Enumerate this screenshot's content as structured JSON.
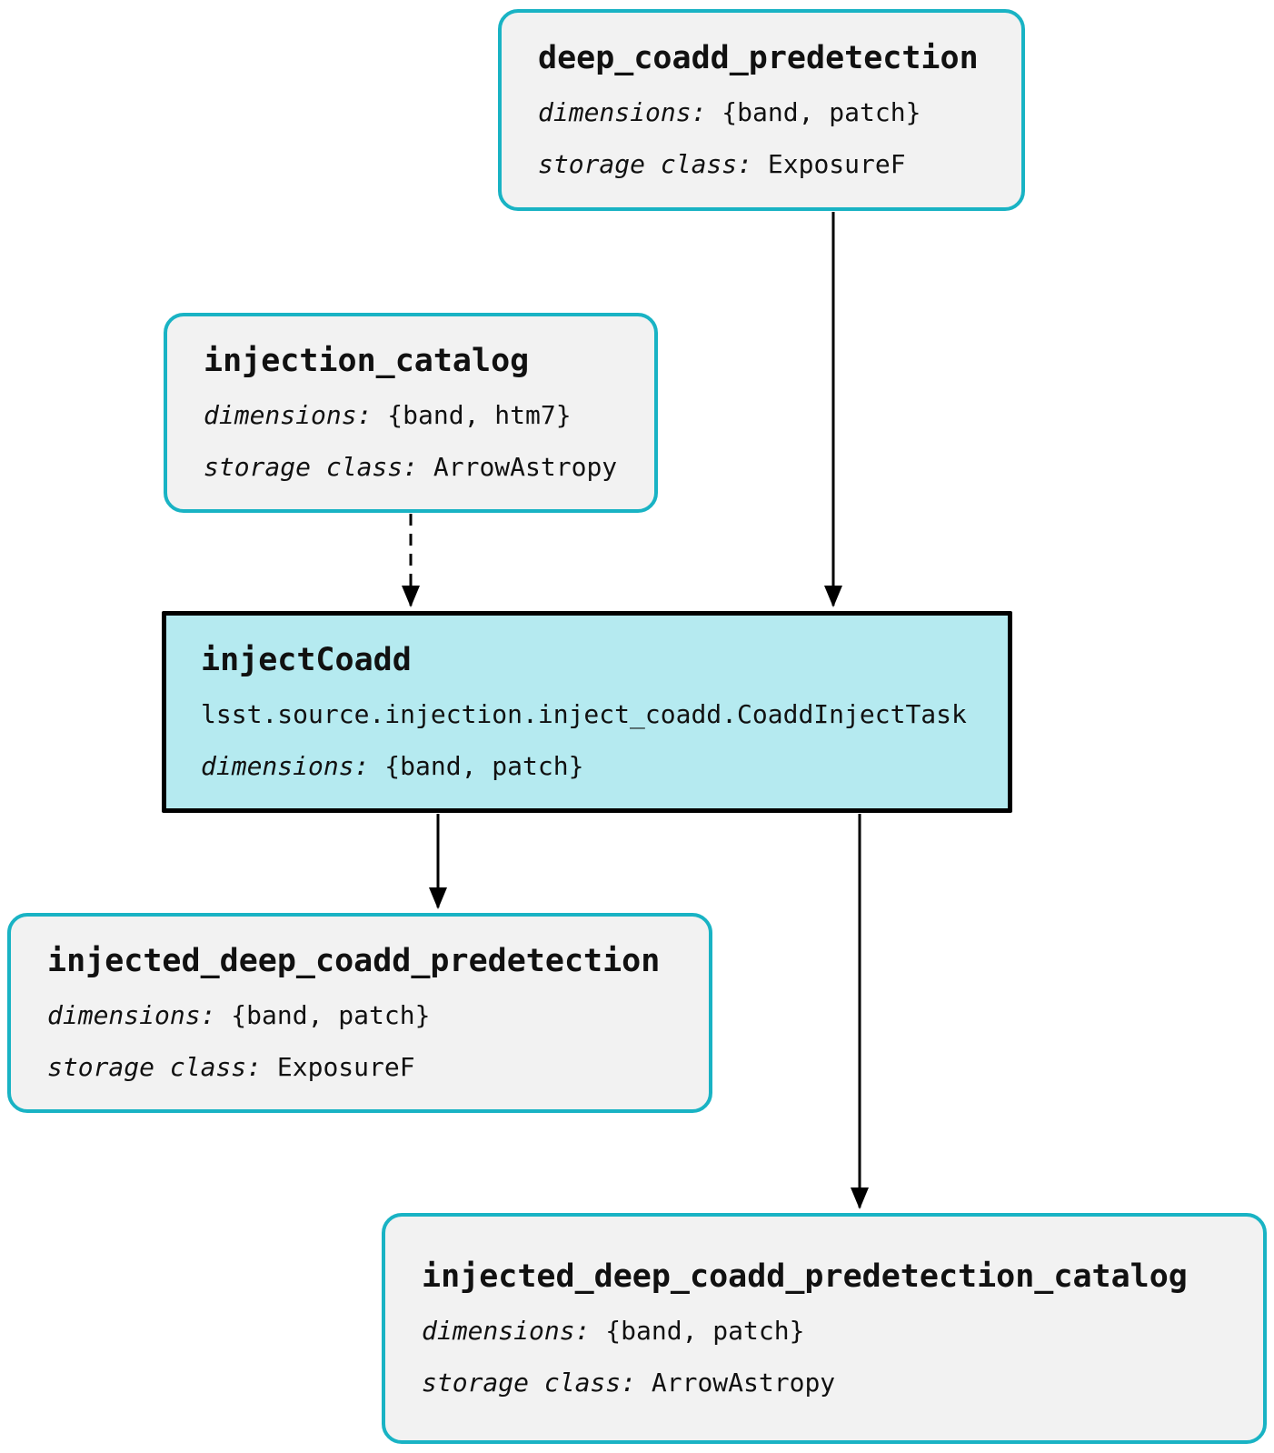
{
  "labels": {
    "dimensions": "dimensions:",
    "storage_class": "storage class:"
  },
  "nodes": {
    "deep_coadd_predetection": {
      "title": "deep_coadd_predetection",
      "dimensions": "{band, patch}",
      "storage_class": "ExposureF"
    },
    "injection_catalog": {
      "title": "injection_catalog",
      "dimensions": "{band, htm7}",
      "storage_class": "ArrowAstropy"
    },
    "injectCoadd": {
      "title": "injectCoadd",
      "task_class": "lsst.source.injection.inject_coadd.CoaddInjectTask",
      "dimensions": "{band, patch}"
    },
    "injected_deep_coadd_predetection": {
      "title": "injected_deep_coadd_predetection",
      "dimensions": "{band, patch}",
      "storage_class": "ExposureF"
    },
    "injected_deep_coadd_predetection_catalog": {
      "title": "injected_deep_coadd_predetection_catalog",
      "dimensions": "{band, patch}",
      "storage_class": "ArrowAstropy"
    }
  },
  "edges": [
    {
      "from": "deep_coadd_predetection",
      "to": "injectCoadd",
      "style": "solid"
    },
    {
      "from": "injection_catalog",
      "to": "injectCoadd",
      "style": "dashed"
    },
    {
      "from": "injectCoadd",
      "to": "injected_deep_coadd_predetection",
      "style": "solid"
    },
    {
      "from": "injectCoadd",
      "to": "injected_deep_coadd_predetection_catalog",
      "style": "solid"
    }
  ],
  "colors": {
    "dataset_border": "#19b3c4",
    "dataset_fill": "#f2f2f2",
    "task_fill": "#b5eaf0",
    "task_border": "#000000",
    "edge": "#000000"
  }
}
